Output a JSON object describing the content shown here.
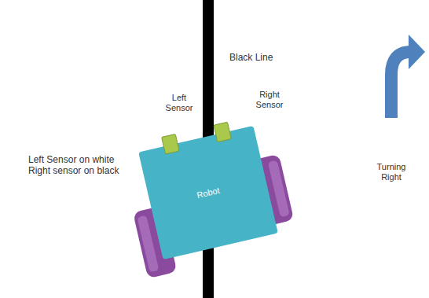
{
  "diagram": {
    "nodes": [
      {
        "text": [
          "Robot"
        ]
      }
    ],
    "labels": [
      "Black Line",
      "Left Sensor",
      "Right Sensor",
      "Left Sensor on white Right sensor on black",
      "Turning Right"
    ]
  }
}
